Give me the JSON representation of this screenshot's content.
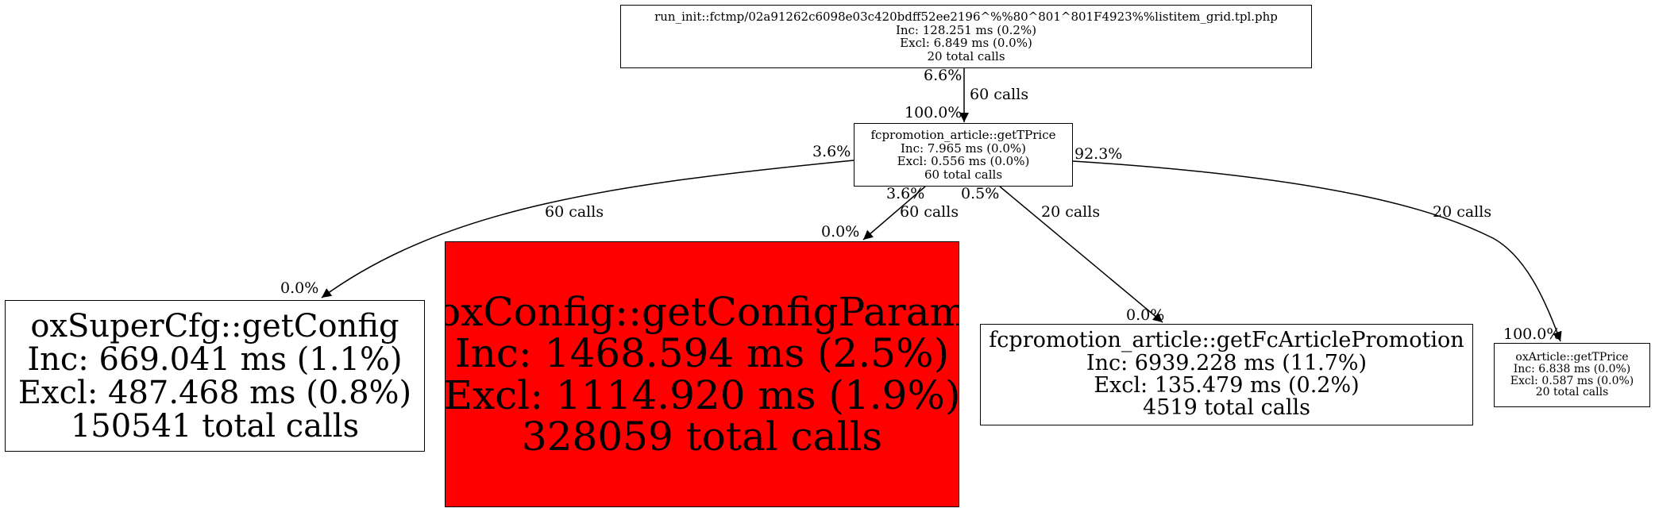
{
  "nodes": {
    "root": {
      "name": "run_init::fctmp/02a91262c6098e03c420bdff52ee2196^%%80^801^801F4923%%listitem_grid.tpl.php",
      "inc": "Inc: 128.251 ms (0.2%)",
      "excl": "Excl: 6.849 ms (0.0%)",
      "calls": "20 total calls"
    },
    "getTPrice": {
      "name": "fcpromotion_article::getTPrice",
      "inc": "Inc: 7.965 ms (0.0%)",
      "excl": "Excl: 0.556 ms (0.0%)",
      "calls": "60 total calls"
    },
    "getConfig": {
      "name": "oxSuperCfg::getConfig",
      "inc": "Inc: 669.041 ms (1.1%)",
      "excl": "Excl: 487.468 ms (0.8%)",
      "calls": "150541 total calls"
    },
    "getConfigParam": {
      "name": "oxConfig::getConfigParam",
      "inc": "Inc: 1468.594 ms (2.5%)",
      "excl": "Excl: 1114.920 ms (1.9%)",
      "calls": "328059 total calls",
      "fill": "#ff0000"
    },
    "getFcArticlePromotion": {
      "name": "fcpromotion_article::getFcArticlePromotion",
      "inc": "Inc: 6939.228 ms (11.7%)",
      "excl": "Excl: 135.479 ms (0.2%)",
      "calls": "4519 total calls"
    },
    "oxGetTPrice": {
      "name": "oxArticle::getTPrice",
      "inc": "Inc: 6.838 ms (0.0%)",
      "excl": "Excl: 0.587 ms (0.0%)",
      "calls": "20 total calls"
    }
  },
  "edges": [
    {
      "from": "root",
      "to": "getTPrice",
      "calls": "60 calls",
      "tail_pct": "6.6%",
      "head_pct": "100.0%"
    },
    {
      "from": "getTPrice",
      "to": "getConfig",
      "calls": "60 calls",
      "tail_pct": "3.6%",
      "head_pct": "0.0%"
    },
    {
      "from": "getTPrice",
      "to": "getConfigParam",
      "calls": "60 calls",
      "tail_pct": "3.6%",
      "head_pct": "0.0%"
    },
    {
      "from": "getTPrice",
      "to": "getFcArticlePromotion",
      "calls": "20 calls",
      "tail_pct": "0.5%",
      "head_pct": "0.0%"
    },
    {
      "from": "getTPrice",
      "to": "oxGetTPrice",
      "calls": "20 calls",
      "tail_pct": "92.3%",
      "head_pct": "100.0%"
    }
  ]
}
